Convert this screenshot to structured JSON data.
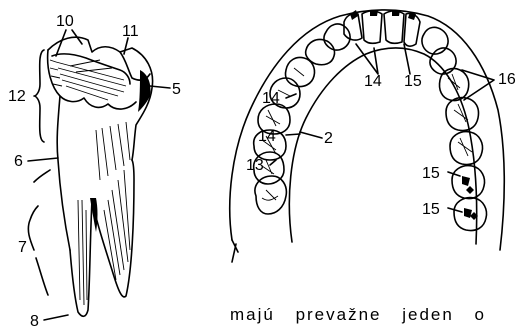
{
  "tooth_labels": {
    "l10": "10",
    "l11": "11",
    "l12": "12",
    "l5": "5",
    "l6": "6",
    "l7": "7",
    "l8": "8"
  },
  "arch_labels": {
    "l14_center": "14",
    "l15_center": "15",
    "l16": "16",
    "l14_upper": "14",
    "l14_lower": "14",
    "l2": "2",
    "l13": "13",
    "l15_upper": "15",
    "l15_lower": "15"
  },
  "caption": "majú prevažne jeden o"
}
